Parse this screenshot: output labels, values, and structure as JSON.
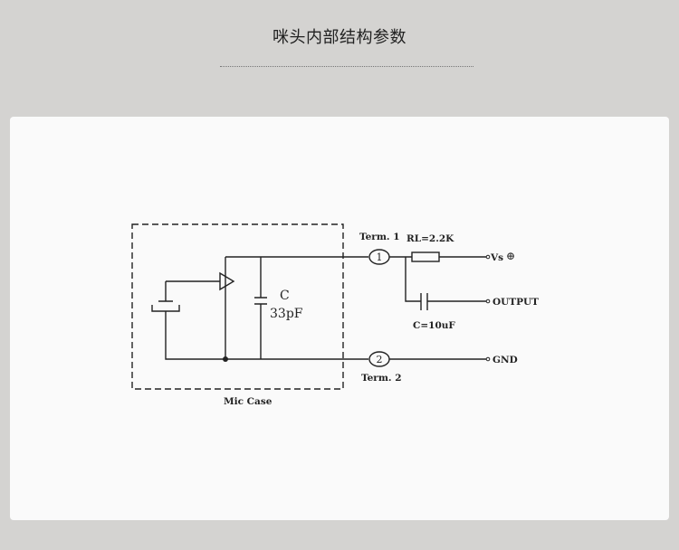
{
  "header": {
    "title": "咪头内部结构参数"
  },
  "diagram": {
    "case_label": "Mic Case",
    "capacitor_internal": {
      "name": "C",
      "value": "33pF"
    },
    "terminal_1": {
      "label": "Term. 1",
      "number": "1"
    },
    "terminal_2": {
      "label": "Term. 2",
      "number": "2"
    },
    "load_resistor": "RL=2.2K",
    "output_capacitor": "C=10uF",
    "outputs": {
      "vs": "Vs",
      "vs_symbol": "⊕",
      "output": "OUTPUT",
      "gnd": "GND"
    },
    "colors": {
      "line": "#222222",
      "background": "#d4d3d1",
      "panel": "#fafafa"
    }
  }
}
